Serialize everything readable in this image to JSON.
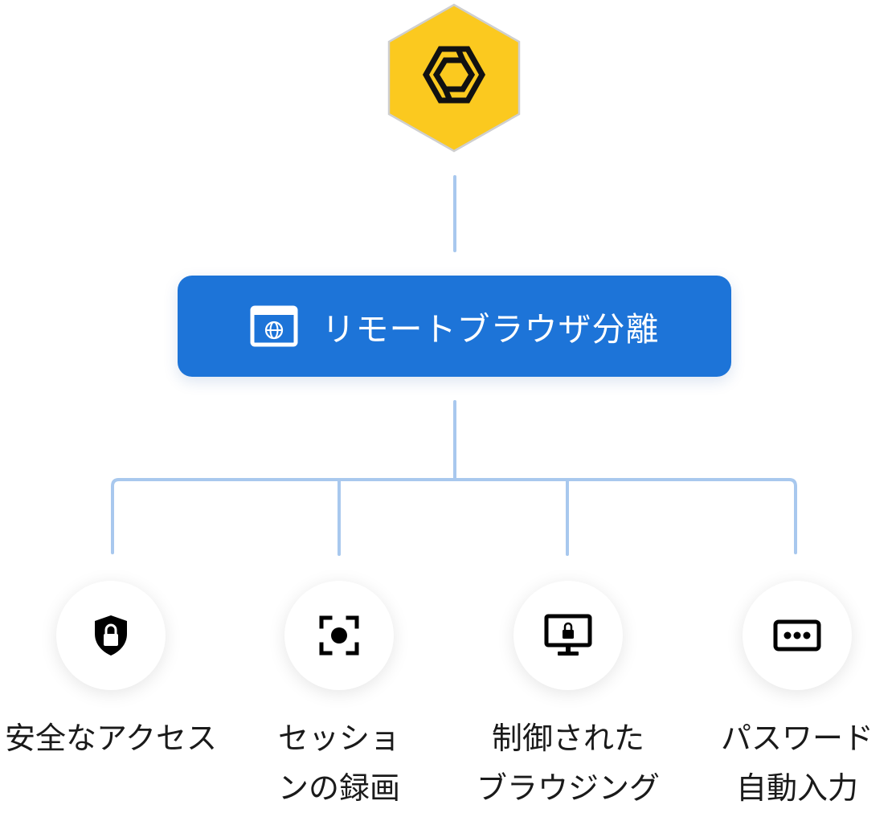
{
  "colors": {
    "hexagon_fill": "#fbc91f",
    "hexagon_border": "#cfcfcf",
    "main_box": "#1d74d8",
    "connector": "#a8c8ee",
    "icon": "#000000",
    "text": "#1a1a1a"
  },
  "top_node": {
    "icon": "hexagon-logo-icon"
  },
  "main_node": {
    "icon": "browser-globe-icon",
    "label": "リモートブラウザ分離"
  },
  "features": [
    {
      "icon": "shield-lock-icon",
      "lines": [
        "安全なアクセス"
      ]
    },
    {
      "icon": "focus-record-icon",
      "lines": [
        "セッショ",
        "ンの録画"
      ]
    },
    {
      "icon": "monitor-lock-icon",
      "lines": [
        "制御された",
        "ブラウジング"
      ]
    },
    {
      "icon": "password-dots-icon",
      "lines": [
        "パスワード",
        "自動入力"
      ]
    }
  ]
}
